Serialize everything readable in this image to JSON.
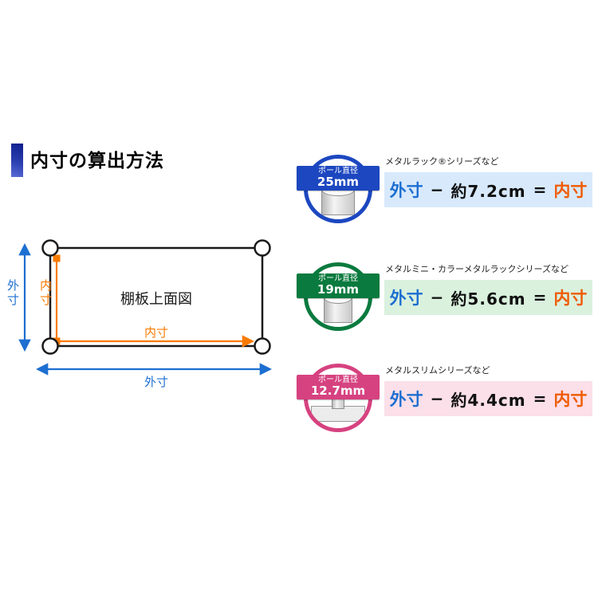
{
  "header": {
    "title": "内寸の算出方法"
  },
  "diagram": {
    "board_label": "棚板上面図",
    "outer_left_label": "外寸",
    "outer_bottom_label": "外寸",
    "inner_vertical_label": "内寸",
    "inner_horizontal_label": "内寸"
  },
  "rows": [
    {
      "series": "メタルラック®シリーズなど",
      "pole_caption": "ポール直径",
      "pole_diameter": "25mm",
      "outer": "外寸",
      "minus": "−",
      "subtract": "約7.2cm",
      "equals": "=",
      "inner": "内寸"
    },
    {
      "series": "メタルミニ・カラーメタルラックシリーズなど",
      "pole_caption": "ポール直径",
      "pole_diameter": "19mm",
      "outer": "外寸",
      "minus": "−",
      "subtract": "約5.6cm",
      "equals": "=",
      "inner": "内寸"
    },
    {
      "series": "メタルスリムシリーズなど",
      "pole_caption": "ポール直径",
      "pole_diameter": "12.7mm",
      "outer": "外寸",
      "minus": "−",
      "subtract": "約4.4cm",
      "equals": "=",
      "inner": "内寸"
    }
  ],
  "colors": {
    "outer_dimension_text": "#1d6fd1",
    "inner_dimension_text": "#ef5a00",
    "diagram_inner_arrow": "#f97a00",
    "diagram_outer_arrow": "#1d6fd1",
    "row_accents": [
      "#1c47c0",
      "#0a7a3e",
      "#d64280"
    ],
    "row_box_backgrounds": [
      "#d8e9fc",
      "#daf1de",
      "#fbdfe9"
    ]
  }
}
